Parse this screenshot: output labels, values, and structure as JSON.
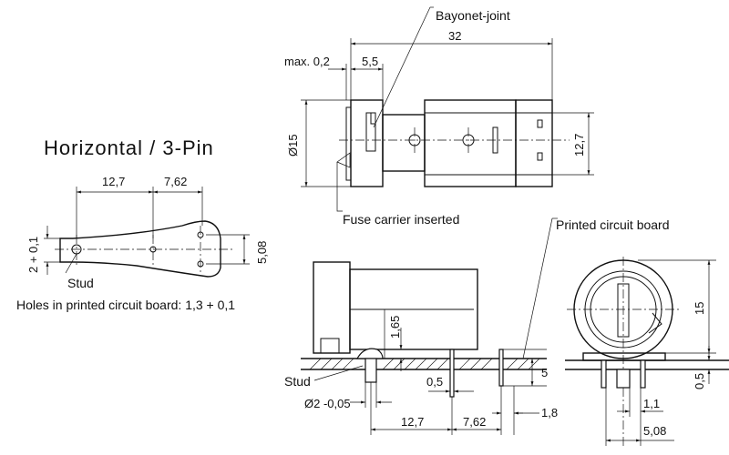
{
  "title": "Horizontal / 3-Pin",
  "labels": {
    "bayonet": "Bayonet-joint",
    "fuse_carrier": "Fuse carrier inserted",
    "pcb": "Printed circuit board",
    "stud_left": "Stud",
    "stud_bottom": "Stud",
    "holes": "Holes in printed circuit board: 1,3 + 0,1"
  },
  "dims": {
    "d32": "32",
    "max02": "max. 0,2",
    "d55": "5,5",
    "dia15": "Ø15",
    "d127_side": "12,7",
    "d127_top": "12,7",
    "d762_top": "7,62",
    "tol01": "2 + 0,1",
    "d508_top": "5,08",
    "d165": "1,65",
    "d05_pin": "0,5",
    "dia2": "Ø2 -0,05",
    "d127_bot": "12,7",
    "d762_bot": "7,62",
    "d18": "1,8",
    "d5": "5",
    "d15_r": "15",
    "d05_r": "0,5",
    "d11": "1,1",
    "d508_r": "5,08"
  }
}
